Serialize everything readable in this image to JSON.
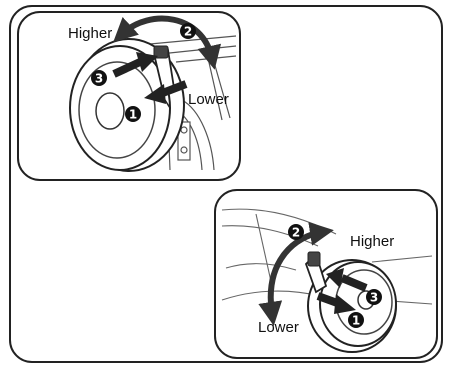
{
  "top_panel": {
    "label_higher": "Higher",
    "label_lower": "Lower",
    "step_1": "1",
    "step_2": "2",
    "step_3": "3"
  },
  "bottom_panel": {
    "label_higher": "Higher",
    "label_lower": "Lower",
    "step_1": "1",
    "step_2": "2",
    "step_3": "3"
  }
}
